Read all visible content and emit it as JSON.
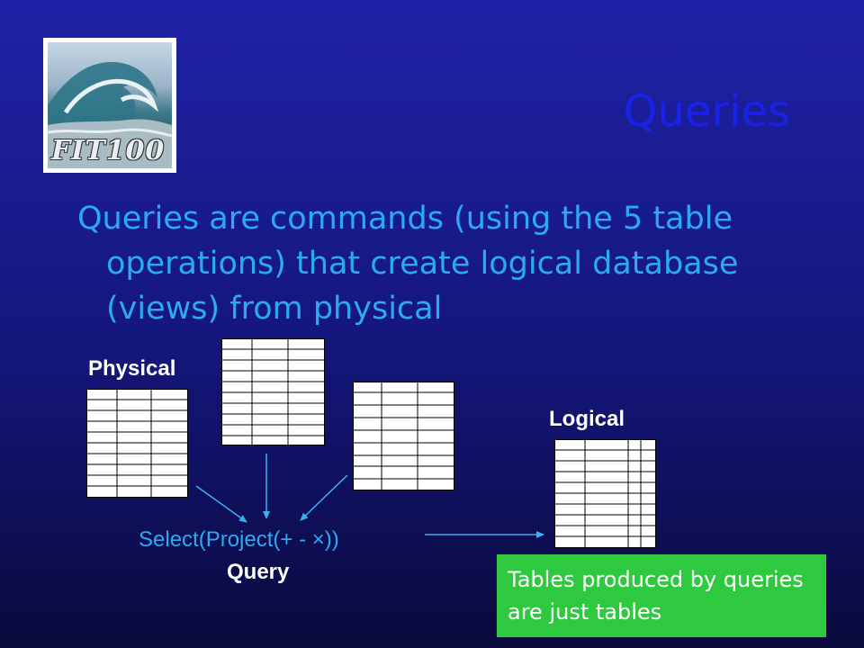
{
  "slide": {
    "title": "Queries",
    "body": "Queries are commands (using the 5 table operations) that create logical database (views) from physical",
    "logo_text": "FIT100"
  },
  "diagram": {
    "physical_label": "Physical",
    "logical_label": "Logical",
    "query_expression": "Select(Project(+ - ×))",
    "query_label": "Query",
    "note": "Tables produced by queries are just tables"
  },
  "colors": {
    "title": "#1b22e8",
    "body_text": "#2aaaf0",
    "note_background": "#2fc93f",
    "arrows": "#3db0f0"
  }
}
